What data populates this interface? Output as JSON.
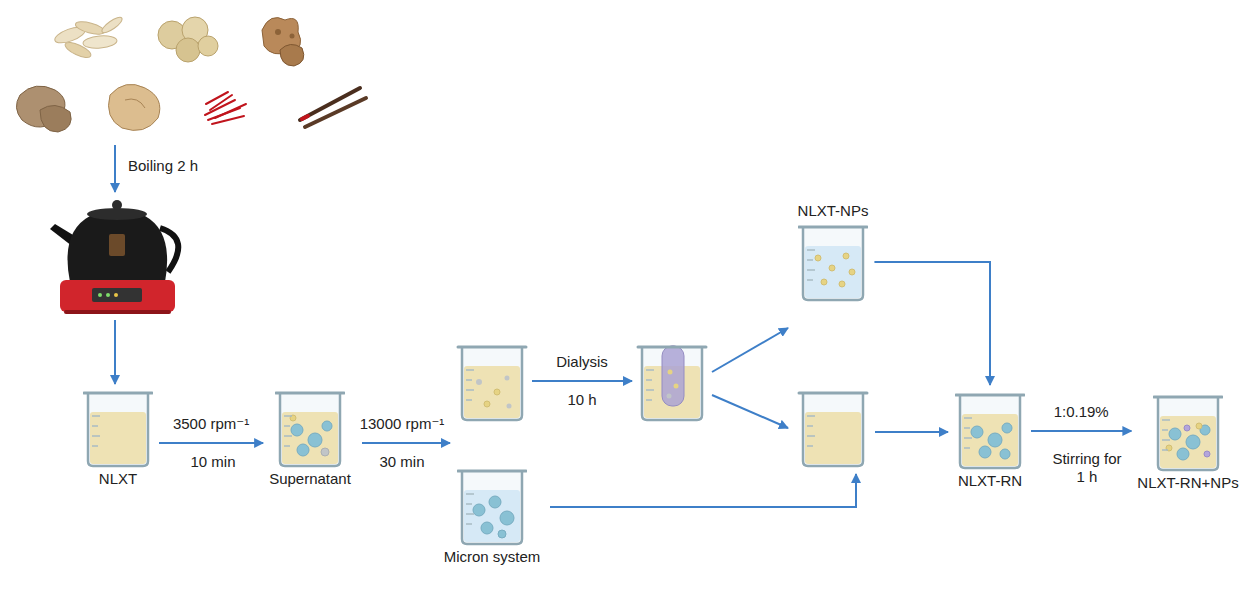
{
  "diagram": {
    "nodes": [
      {
        "text": [
          "NLXT"
        ]
      },
      {
        "text": [
          "Supernatant"
        ]
      },
      {
        "text": [
          "Micron system"
        ]
      },
      {
        "text": [
          "NLXT-NPs"
        ]
      },
      {
        "text": [
          "NLXT-RN"
        ]
      },
      {
        "text": [
          "NLXT-RN+NPs"
        ]
      }
    ],
    "edges": [
      {
        "from": 0,
        "to": 1,
        "label": "3500 rpm⁻¹",
        "arrow": "to"
      },
      {
        "from": 3,
        "to": 4,
        "arrow": "to"
      },
      {
        "from": 4,
        "to": 5,
        "label": "1:0.19%",
        "arrow": "to"
      }
    ],
    "labels": [
      "Boiling 2 h",
      "10 min",
      "13000 rpm⁻¹",
      "30 min",
      "Dialysis",
      "10 h",
      "Stirring for 1 h"
    ]
  }
}
